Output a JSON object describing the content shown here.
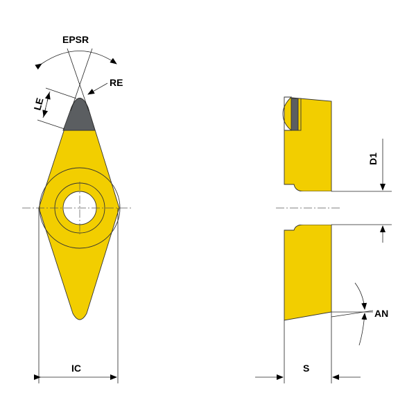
{
  "labels": {
    "epsr": "EPSR",
    "re": "RE",
    "le": "LE",
    "ic": "IC",
    "s": "S",
    "d1": "D1",
    "an": "AN"
  },
  "colors": {
    "insert": "#F2CE00",
    "tip": "#5B5E61",
    "outline": "#333333",
    "dimension": "#222222"
  }
}
